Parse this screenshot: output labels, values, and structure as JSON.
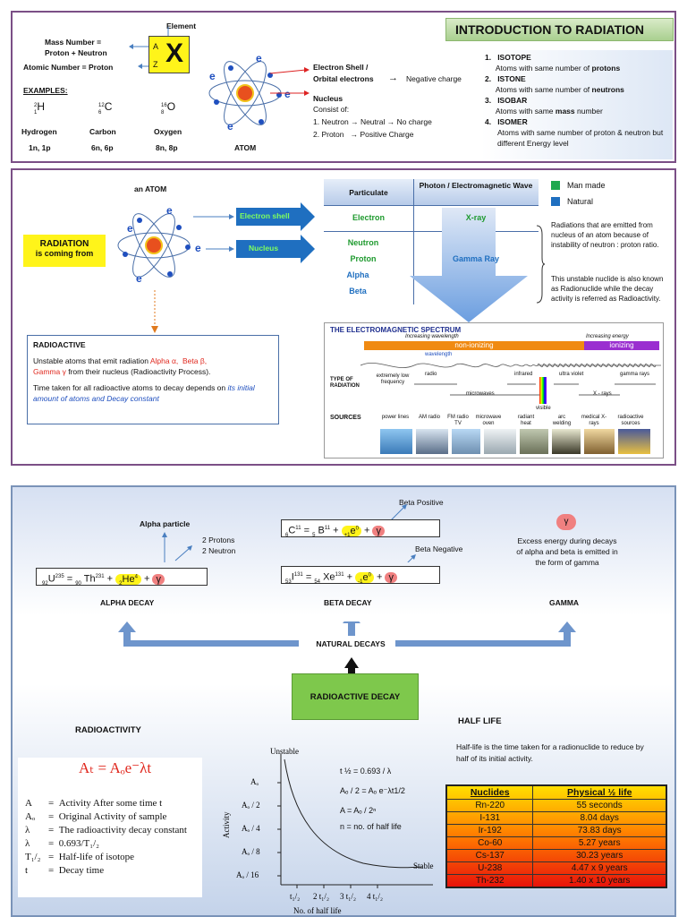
{
  "intro": {
    "title": "INTRODUCTION TO RADIATION",
    "element_label": "Element",
    "mass_number_label": "Mass Number  =",
    "mass_number_formula": "Proton + Neutron",
    "atomic_number_label": "Atomic  Number = Proton",
    "symbol": "X",
    "symbol_a": "A",
    "symbol_z": "Z",
    "examples_label": "EXAMPLES:",
    "examples": [
      {
        "mass": "2",
        "z": "1",
        "sym": "H",
        "name": "Hydrogen",
        "comp": "1n, 1p"
      },
      {
        "mass": "12",
        "z": "6",
        "sym": "C",
        "name": "Carbon",
        "comp": "6n, 6p"
      },
      {
        "mass": "16",
        "z": "8",
        "sym": "O",
        "name": "Oxygen",
        "comp": "8n, 8p"
      }
    ],
    "atom_label": "ATOM",
    "e": "e",
    "electron_shell": "Electron Shell /",
    "orbital_electrons": "Orbital electrons",
    "negative_charge": "Negative charge",
    "nucleus": "Nucleus",
    "consist_of": "Consist of:",
    "neutron_line": "1.   Neutron",
    "neutral": "Neutral",
    "no_charge": "No charge",
    "proton_line": "2.   Proton",
    "positive_charge": "Positive Charge",
    "list": [
      {
        "n": "1.",
        "t": "ISOTOPE",
        "d": "Atoms with same number of ",
        "b": "protons"
      },
      {
        "n": "2.",
        "t": "ISTONE",
        "d": "Atoms with same number of ",
        "b": "neutrons"
      },
      {
        "n": "3.",
        "t": "ISOBAR",
        "d": "Atoms with same ",
        "b": "mass",
        "d2": " number"
      },
      {
        "n": "4.",
        "t": "ISOMER",
        "d": "Atoms with same number of proton & neutron but different Energy level",
        "b": ""
      }
    ]
  },
  "radiation": {
    "an_atom": "an ATOM",
    "radiation_title": "RADIATION",
    "radiation_sub": "is coming from",
    "electron_shell_arrow": "Electron shell",
    "nucleus_arrow": "Nucleus",
    "table_head_particulate": "Particulate",
    "table_head_photon": "Photon / Electromagnetic Wave",
    "electron": "Electron",
    "xray": "X-ray",
    "neutron": "Neutron",
    "proton": "Proton",
    "alpha": "Alpha",
    "beta": "Beta",
    "gamma_ray": "Gamma Ray",
    "legend_manmade": "Man made",
    "legend_natural": "Natural",
    "note1": "Radiations that are emitted from nucleus of an atom because of instability of neutron : proton ratio.",
    "note2": "This unstable nuclide is also known as Radionuclide while the decay activity is referred as Radioactivity.",
    "radioactive_title": "RADIOACTIVE",
    "radioactive_p1a": "Unstable atoms that emit radiation ",
    "radioactive_alpha": "Alpha α,",
    "radioactive_beta": "Beta β,",
    "radioactive_gamma": "Gamma γ",
    "radioactive_p1b": " from their nucleus (Radioactivity Process).",
    "radioactive_p2a": "Time taken for all radioactive atoms to decay depends on ",
    "radioactive_p2b": "its initial amount of atoms and Decay constant",
    "em_title": "THE ELECTROMAGNETIC SPECTRUM",
    "em_increasing_wavelength": "Increasing wavelength",
    "em_increasing_energy": "Increasing energy",
    "em_nonionizing": "non-ionizing",
    "em_ionizing": "ionizing",
    "em_wavelength": "wavelength",
    "em_type_label": "TYPE OF RADIATION",
    "em_types": [
      "extremely low frequency",
      "radio",
      "microwaves",
      "infrared",
      "ultra violet",
      "visible",
      "X - rays",
      "gamma rays"
    ],
    "em_sources_label": "SOURCES",
    "em_sources": [
      "power lines",
      "AM radio",
      "FM radio TV",
      "microwave oven",
      "radiant heat",
      "arc welding",
      "medical X-rays",
      "radioactive sources"
    ]
  },
  "decay": {
    "alpha_particle": "Alpha particle",
    "two_protons": "2 Protons",
    "two_neutron": "2 Neutron",
    "alpha_eq": {
      "u_z": "92",
      "u": "U",
      "u_a": "235",
      "th_z": "90",
      "th": "Th",
      "th_a": "231",
      "he_z": "2",
      "he": "He",
      "he_a": "4",
      "g": "γ"
    },
    "alpha_decay": "ALPHA DECAY",
    "beta_positive": "Beta Positive",
    "beta_negative": "Beta Negative",
    "beta_pos_eq": {
      "c_z": "6",
      "c": "C",
      "c_a": "11",
      "b_z": "5",
      "b": "B",
      "b_a": "11",
      "e_z": "+1",
      "e": "e",
      "e_a": "0",
      "g": "γ"
    },
    "beta_neg_eq": {
      "i_z": "53",
      "i": "I",
      "i_a": "131",
      "x_z": "54",
      "x": "Xe",
      "x_a": "131",
      "e_z": "-1",
      "e": "e",
      "e_a": "0",
      "g": "γ"
    },
    "beta_decay": "BETA DECAY",
    "gamma_symbol": "γ",
    "gamma_text": "Excess energy during decays of alpha and beta is emitted in the form of gamma",
    "gamma": "GAMMA",
    "natural_decays": "NATURAL DECAYS",
    "radioactive_decay": "RADIOACTIVE DECAY",
    "radioactivity": "RADIOACTIVITY",
    "formula": "Aₜ = Aₒe⁻λt",
    "defs": [
      {
        "k": "A",
        "v": "Activity After some time t"
      },
      {
        "k": "Aₒ",
        "v": "Original Activity of sample"
      },
      {
        "k": "λ",
        "v": "The radioactivity decay constant"
      },
      {
        "k": "λ",
        "v": "0.693/T₁/₂"
      },
      {
        "k": "T₁/₂",
        "v": "Half-life of isotope"
      },
      {
        "k": "t",
        "v": "Decay time"
      }
    ],
    "half_life": "HALF LIFE",
    "half_life_text": "Half-life is the time taken for a radionuclide to reduce by half of its initial activity.",
    "graph_unstable": "Unstable",
    "graph_stable": "Stable",
    "graph_ylabel": "Activity",
    "graph_xlabel": "No. of half life",
    "graph_yticks": [
      "Aₒ",
      "Aₒ / 2",
      "Aₒ / 4",
      "Aₒ / 8",
      "Aₒ / 16"
    ],
    "graph_xticks": [
      "t₁/₂",
      "2 t₁/₂",
      "3 t₁/₂",
      "4 t₁/₂"
    ],
    "graph_eq1": "t ½   =  0.693 / λ",
    "graph_eq2": "Aₒ / 2  =  Aₒ e⁻λt1/2",
    "graph_eq3": "A = Aₒ / 2ⁿ",
    "graph_eq4": "n  =  no. of half life",
    "nuclides_head": "Nuclides",
    "halflife_head": "Physical ½ life",
    "nuclides": [
      {
        "n": "Rn-220",
        "h": "55 seconds"
      },
      {
        "n": "I-131",
        "h": "8.04 days"
      },
      {
        "n": "Ir-192",
        "h": "73.83 days"
      },
      {
        "n": "Co-60",
        "h": "5.27 years"
      },
      {
        "n": "Cs-137",
        "h": "30.23 years"
      },
      {
        "n": "U-238",
        "h": "4.47 x 9 years"
      },
      {
        "n": "Th-232",
        "h": "1.40 x 10 years"
      }
    ]
  }
}
